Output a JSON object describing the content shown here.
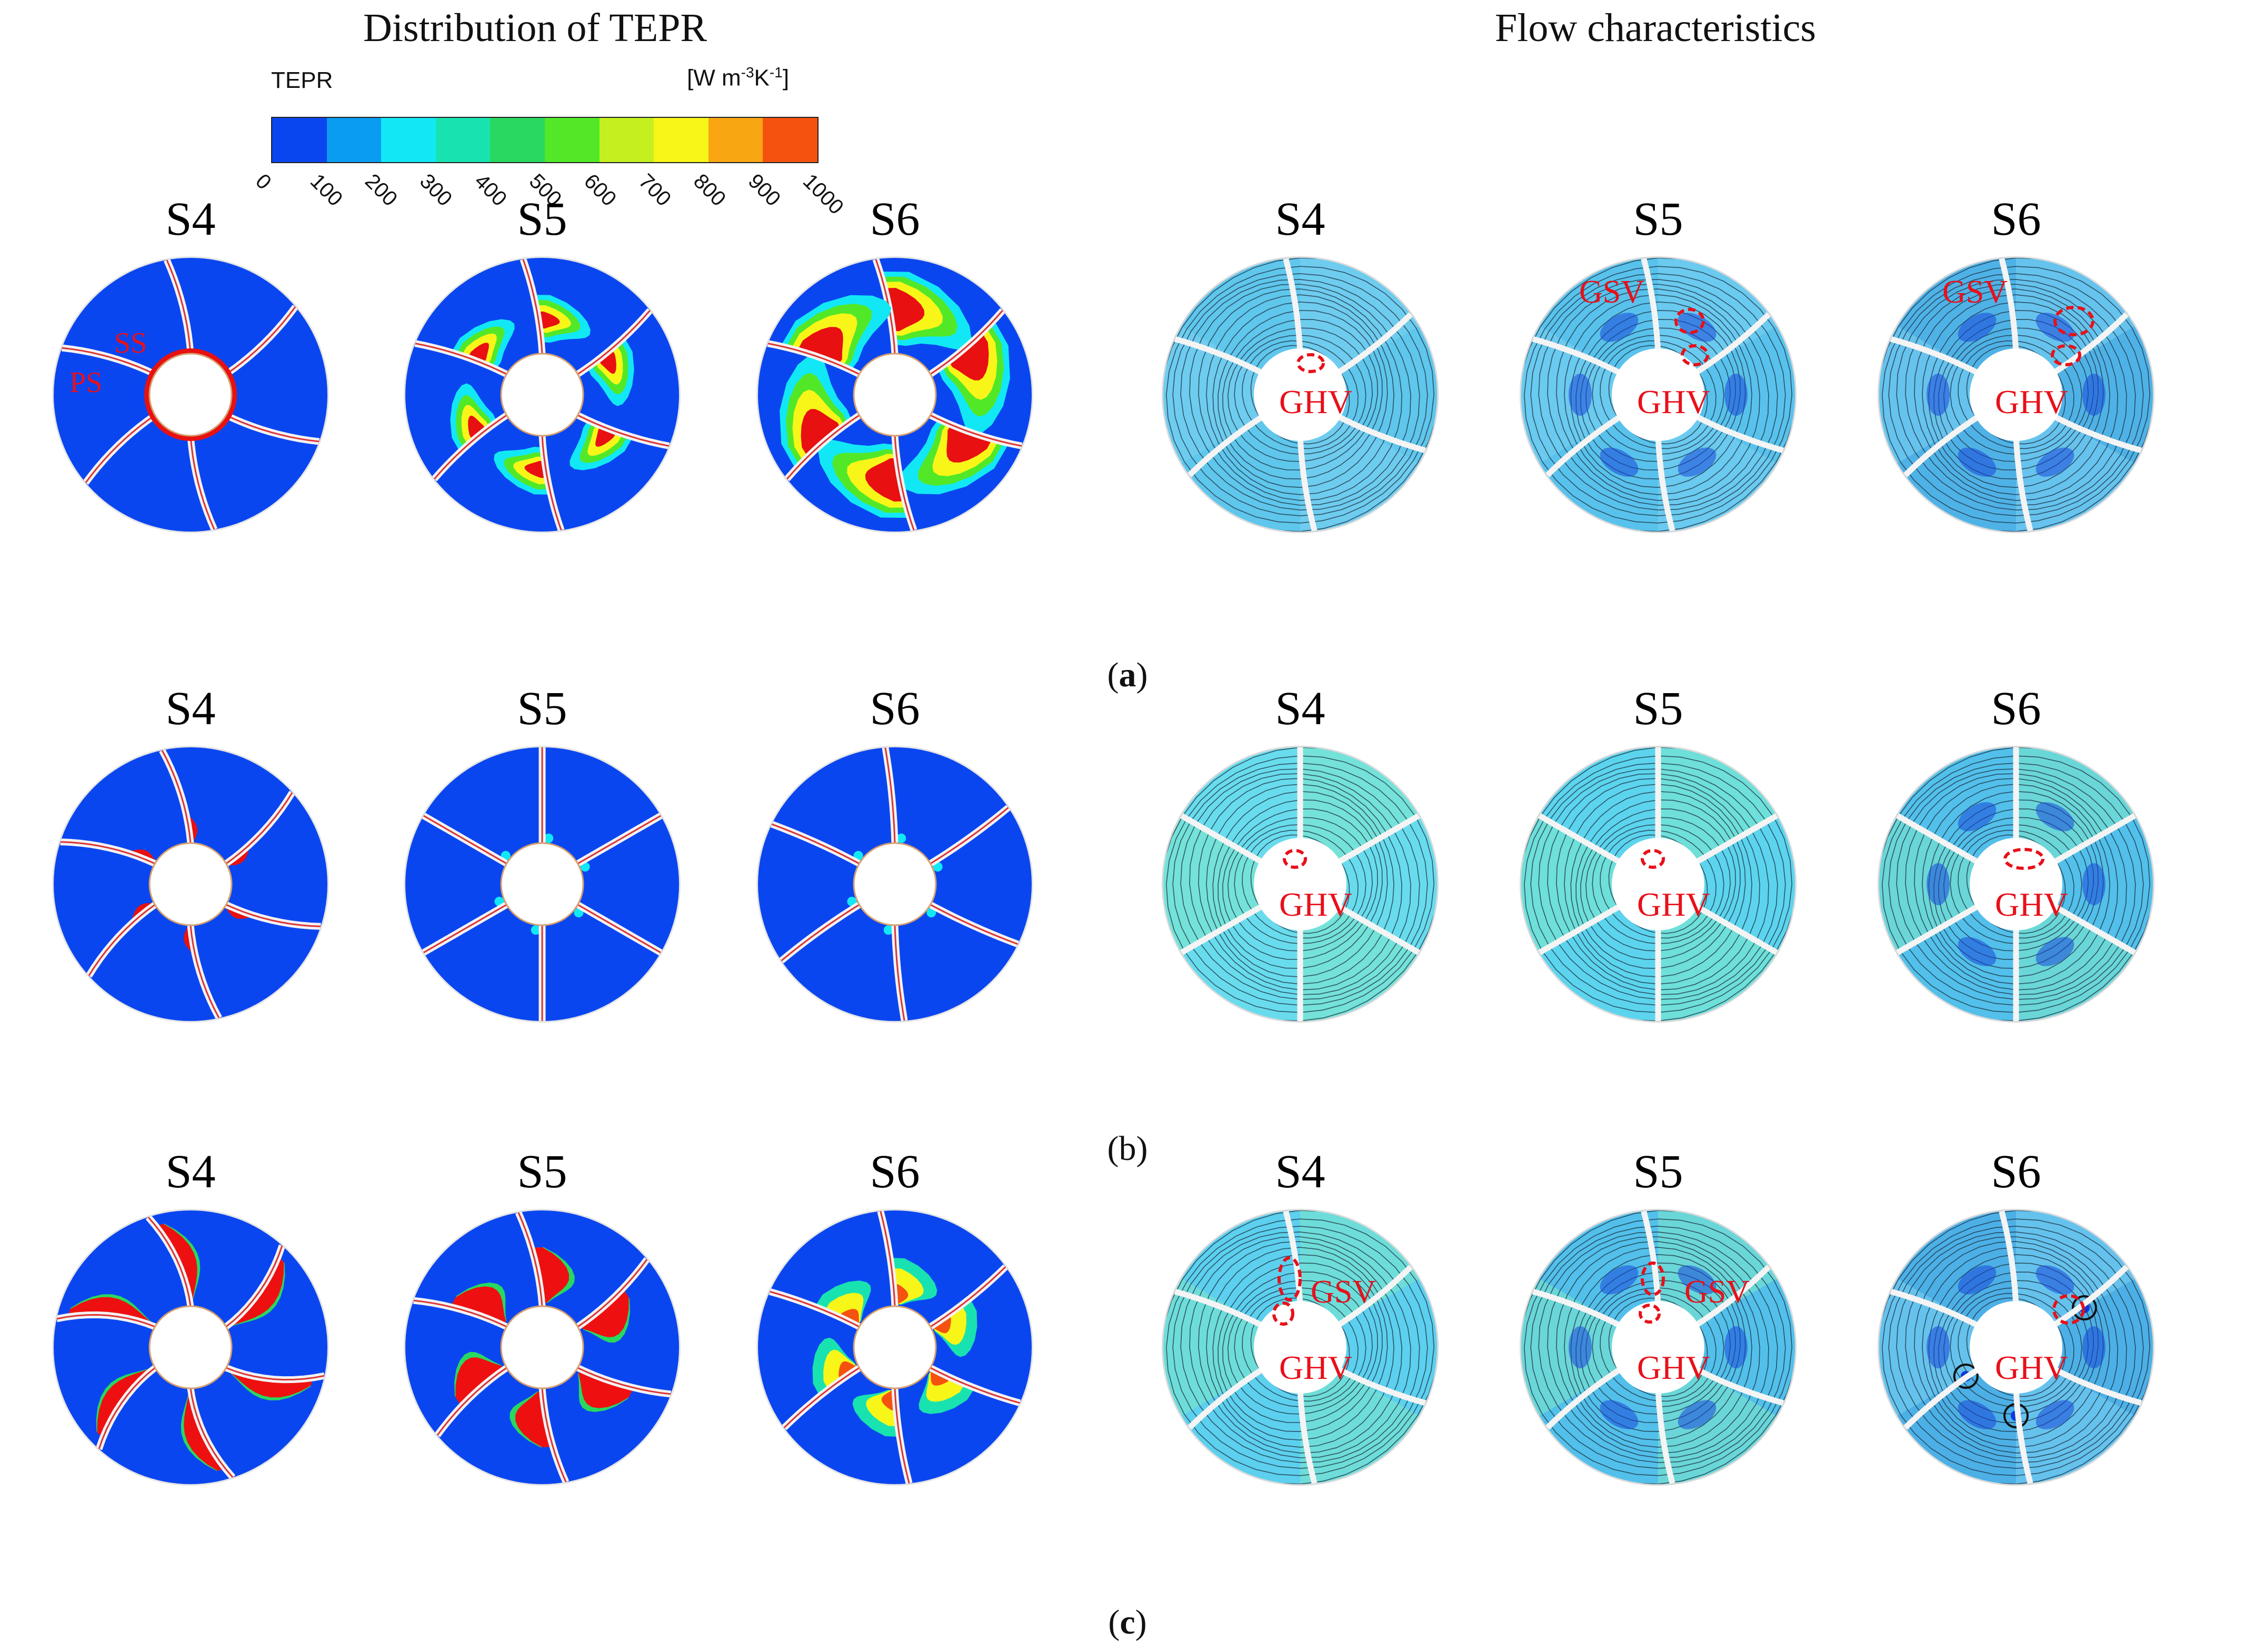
{
  "headers": {
    "left": "Distribution of TEPR",
    "right": "Flow characteristics"
  },
  "colorbar": {
    "title": "TEPR",
    "unit_main": "[W m",
    "unit_sup1": "-3",
    "unit_mid": "K",
    "unit_sup2": "-1",
    "unit_end": "]",
    "ticks": [
      "0",
      "100",
      "200",
      "300",
      "400",
      "500",
      "600",
      "700",
      "800",
      "900",
      "1000"
    ],
    "colors": [
      "#0a46f0",
      "#0a9cf0",
      "#12e8f5",
      "#18e3b0",
      "#28d860",
      "#52e828",
      "#c4f020",
      "#f8f618",
      "#f8a612",
      "#f4520e"
    ]
  },
  "rows": [
    {
      "prefix": "(",
      "letter": "a",
      "suffix": ")",
      "tepr": [
        {
          "label": "S4",
          "variant": "a4",
          "annotations": [
            "SS",
            "PS"
          ]
        },
        {
          "label": "S5",
          "variant": "a5",
          "annotations": []
        },
        {
          "label": "S6",
          "variant": "a6",
          "annotations": []
        }
      ],
      "flow": [
        {
          "label": "S4",
          "variant": "fa4",
          "annotations": [
            "GHV"
          ]
        },
        {
          "label": "S5",
          "variant": "fa5",
          "annotations": [
            "GSV",
            "GHV"
          ]
        },
        {
          "label": "S6",
          "variant": "fa6",
          "annotations": [
            "GSV",
            "GHV"
          ]
        }
      ]
    },
    {
      "prefix": "(",
      "letter": "b",
      "suffix": ")",
      "tepr": [
        {
          "label": "S4",
          "variant": "b4",
          "annotations": []
        },
        {
          "label": "S5",
          "variant": "b5",
          "annotations": []
        },
        {
          "label": "S6",
          "variant": "b6",
          "annotations": []
        }
      ],
      "flow": [
        {
          "label": "S4",
          "variant": "fb4",
          "annotations": [
            "GHV"
          ]
        },
        {
          "label": "S5",
          "variant": "fb5",
          "annotations": [
            "GHV"
          ]
        },
        {
          "label": "S6",
          "variant": "fb6",
          "annotations": [
            "GHV"
          ]
        }
      ]
    },
    {
      "prefix": "(",
      "letter": "c",
      "suffix": ")",
      "tepr": [
        {
          "label": "S4",
          "variant": "c4",
          "annotations": []
        },
        {
          "label": "S5",
          "variant": "c5",
          "annotations": []
        },
        {
          "label": "S6",
          "variant": "c6",
          "annotations": []
        }
      ],
      "flow": [
        {
          "label": "S4",
          "variant": "fc4",
          "annotations": [
            "GSV",
            "GHV"
          ]
        },
        {
          "label": "S5",
          "variant": "fc5",
          "annotations": [
            "GSV",
            "GHV"
          ]
        },
        {
          "label": "S6",
          "variant": "fc6",
          "annotations": [
            "GHV"
          ]
        }
      ]
    }
  ]
}
